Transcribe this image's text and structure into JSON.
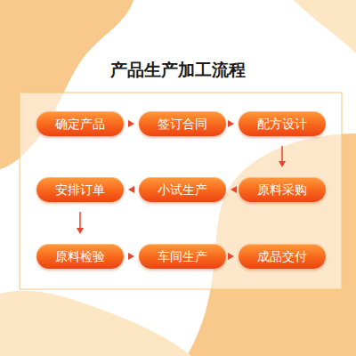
{
  "diagram": {
    "title": "产品生产加工流程",
    "nodes": [
      {
        "text": [
          "确定产品"
        ]
      },
      {
        "text": [
          "签订合同"
        ]
      },
      {
        "text": [
          "配方设计"
        ]
      },
      {
        "text": [
          "原料采购"
        ]
      },
      {
        "text": [
          "小试生产"
        ]
      },
      {
        "text": [
          "安排订单"
        ]
      },
      {
        "text": [
          "原料检验"
        ]
      },
      {
        "text": [
          "车间生产"
        ]
      },
      {
        "text": [
          "成品交付"
        ]
      }
    ],
    "edges": [
      {
        "from": 0,
        "to": 1,
        "arrow": "to"
      },
      {
        "from": 1,
        "to": 2,
        "arrow": "to"
      },
      {
        "from": 2,
        "to": 3,
        "arrow": "to"
      },
      {
        "from": 3,
        "to": 4,
        "arrow": "to"
      },
      {
        "from": 4,
        "to": 5,
        "arrow": "to"
      },
      {
        "from": 5,
        "to": 6,
        "arrow": "to"
      },
      {
        "from": 6,
        "to": 7,
        "arrow": "to"
      },
      {
        "from": 7,
        "to": 8,
        "arrow": "to"
      }
    ]
  }
}
